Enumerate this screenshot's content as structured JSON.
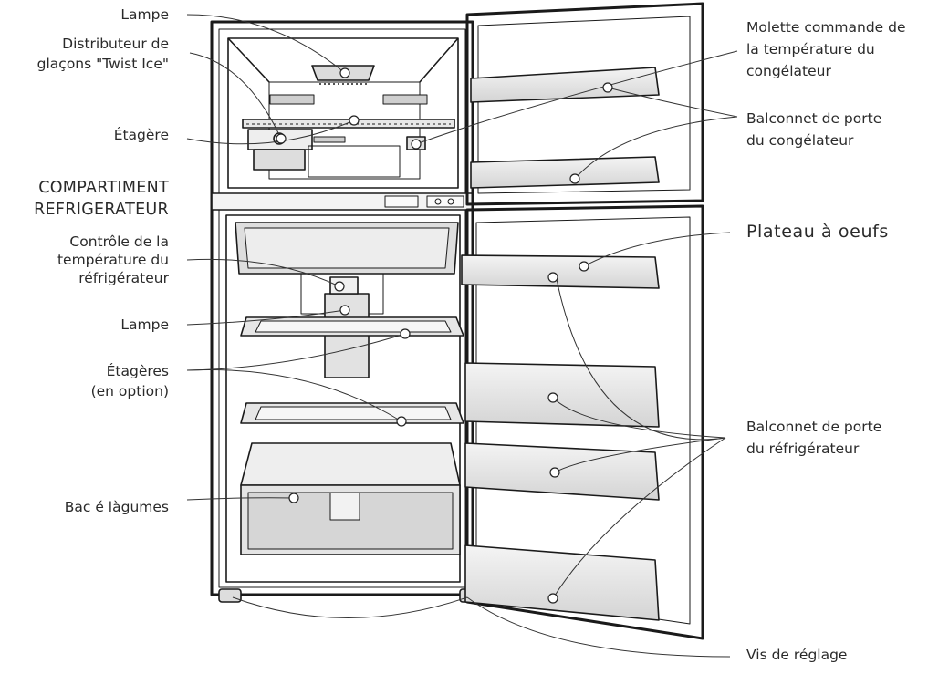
{
  "diagram": {
    "labels": {
      "lamp_top": "Lampe",
      "twist_ice_1": "Distributeur de",
      "twist_ice_2": "glaçons \"Twist Ice\"",
      "shelf": "Étagère",
      "compartment_1": "COMPARTIMENT",
      "compartment_2": "REFRIGERATEUR",
      "fridge_temp_1": "Contrôle de la",
      "fridge_temp_2": "température du",
      "fridge_temp_3": "réfrigérateur",
      "lamp_fridge": "Lampe",
      "shelves_1": "Étagères",
      "shelves_2": "(en option)",
      "crisper": "Bac é làgumes",
      "freezer_dial_1": "Molette commande de",
      "freezer_dial_2": "la température du",
      "freezer_dial_3": "congélateur",
      "freezer_door_bin_1": "Balconnet de porte",
      "freezer_door_bin_2": "du congélateur",
      "egg_tray": "Plateau à oeufs",
      "fridge_door_bin_1": "Balconnet de porte",
      "fridge_door_bin_2": "du réfrigérateur",
      "leveling_screw": "Vis de réglage"
    }
  }
}
